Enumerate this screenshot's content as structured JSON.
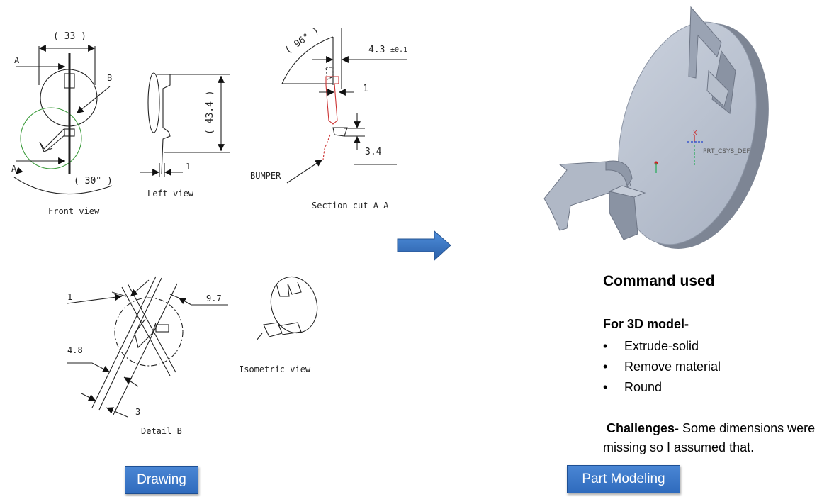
{
  "drawing": {
    "front_view": {
      "caption": "Front view",
      "dim_width": "( 33 )",
      "section_a_top": "A",
      "section_a_bottom": "A",
      "detail_b": "B",
      "angle": "( 30° )"
    },
    "left_view": {
      "caption": "Left view",
      "dim_height": "( 43.4 )",
      "dim_thickness": "1"
    },
    "section_cut": {
      "caption": "Section cut A-A",
      "angle": "( 96° )",
      "dim_top": "4.3",
      "dim_top_tol": "±0.1",
      "dim_thickness": "1",
      "dim_bottom": "3.4",
      "bumper_label": "BUMPER"
    },
    "detail_view": {
      "caption": "Detail B",
      "dim_1": "1",
      "dim_97": "9.7",
      "dim_48": "4.8",
      "dim_3": "3"
    },
    "isometric": {
      "caption": "Isometric view"
    }
  },
  "model": {
    "csys_label": "PRT_CSYS_DEF",
    "axis_x": "X"
  },
  "commands": {
    "title": "Command used",
    "subtitle": "For 3D model-",
    "items": [
      "Extrude-solid",
      "Remove material",
      "Round"
    ],
    "challenges_label": "Challenges",
    "challenges_text": "- Some dimensions were  missing so I assumed that."
  },
  "buttons": {
    "drawing": "Drawing",
    "part_modeling": "Part Modeling"
  },
  "colors": {
    "button_blue": "#3a78c9",
    "arrow_blue": "#2e6ab8",
    "model_gray": "#b4bccb"
  }
}
